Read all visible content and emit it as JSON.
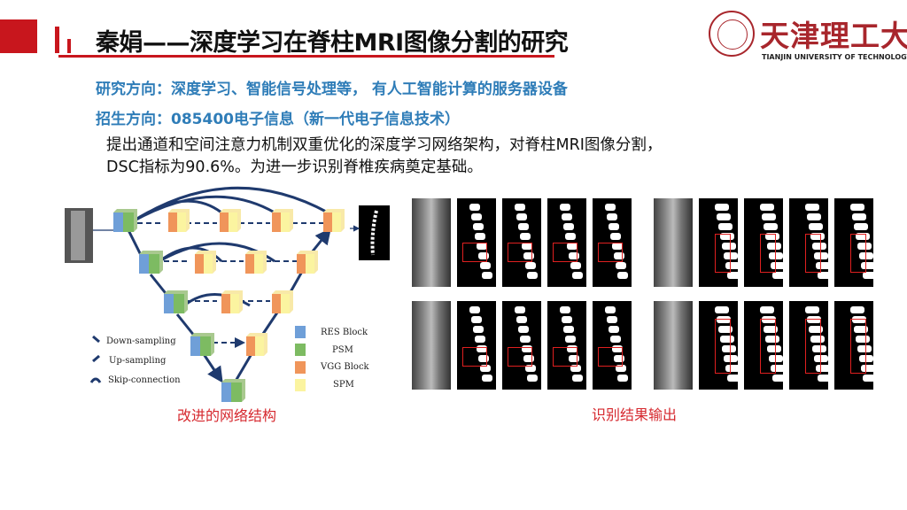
{
  "header": {
    "title": "秦娟——深度学习在脊柱MRI图像分割的研究",
    "logo_cn": "天津理工大学",
    "logo_en": "TIANJIN UNIVERSITY OF TECHNOLOGY"
  },
  "info": {
    "research_direction": "研究方向：深度学习、智能信号处理等， 有人工智能计算的服务器设备",
    "enrollment_direction": "招生方向：085400电子信息（新一代电子信息技术）"
  },
  "description": {
    "line1": "提出通道和空间注意力机制双重优化的深度学习网络架构，对脊柱MRI图像分割，",
    "line2": "DSC指标为90.6%。为进一步识别脊椎疾病奠定基础。"
  },
  "diagram": {
    "legend_arrows": [
      "Down-sampling",
      "Up-sampling",
      "Skip-connection"
    ],
    "legend_blocks": [
      {
        "label": "RES Block",
        "color": "#6f9fd8"
      },
      {
        "label": "PSM",
        "color": "#7dbb62"
      },
      {
        "label": "VGG Block",
        "color": "#f0955a"
      },
      {
        "label": "SPM",
        "color": "#fbf4a0"
      }
    ],
    "caption": "改进的网络结构"
  },
  "results": {
    "caption": "识别结果输出"
  }
}
